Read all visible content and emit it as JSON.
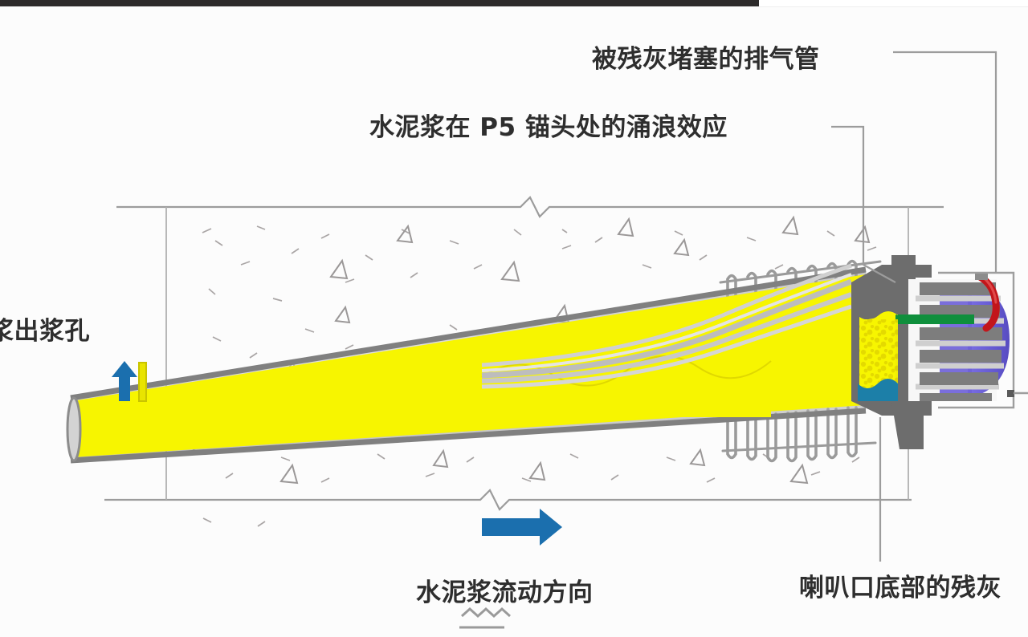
{
  "media": {
    "player_bar_color": "#2d2b2b",
    "player_bar_present": true
  },
  "diagram": {
    "type": "engineering-cross-section",
    "subject": "post-tensioning tendon duct and P5 anchor head grouting",
    "background_color": "#fcfcfc",
    "colors": {
      "grout_yellow": "#f7f500",
      "residual_ash_teal": "#1c7fa8",
      "anchor_cap_purple": "#6f62d8",
      "exhaust_tube_red": "#c2161b",
      "green_band": "#0f8f3c",
      "steel_gray": "#8a8a8a",
      "dark_steel_gray": "#6d6d6d",
      "flow_arrow_blue": "#1b6fae",
      "outline_gray": "#9a9a9a",
      "concrete_hatch": "#b4b0b0",
      "text_gray": "#2e2e2e"
    }
  },
  "labels": {
    "exhaust_pipe": "被残灰堵塞的排气管",
    "surge_effect": "水泥浆在 P5 锚头处的涌浪效应",
    "grout_outlet": "浆出浆孔",
    "flow_direction": "水泥浆流动方向",
    "residual_ash": "喇叭口底部的残灰"
  },
  "annotations": {
    "grout_outlet_note": "left label is clipped at the image edge",
    "residual_ash_note": "right label is clipped at the image edge",
    "anchor_designation": "P5"
  },
  "elements": {
    "flow_arrow": "right-arrow-icon",
    "outlet_arrow": "up-arrow-icon",
    "break_symbol": "zigzag-break-line",
    "spiral_reinforcement": "helical-stirrup-bars",
    "strands": "prestressing-strands",
    "concrete_hatch": "triangle-and-dash-aggregate-hatch"
  }
}
